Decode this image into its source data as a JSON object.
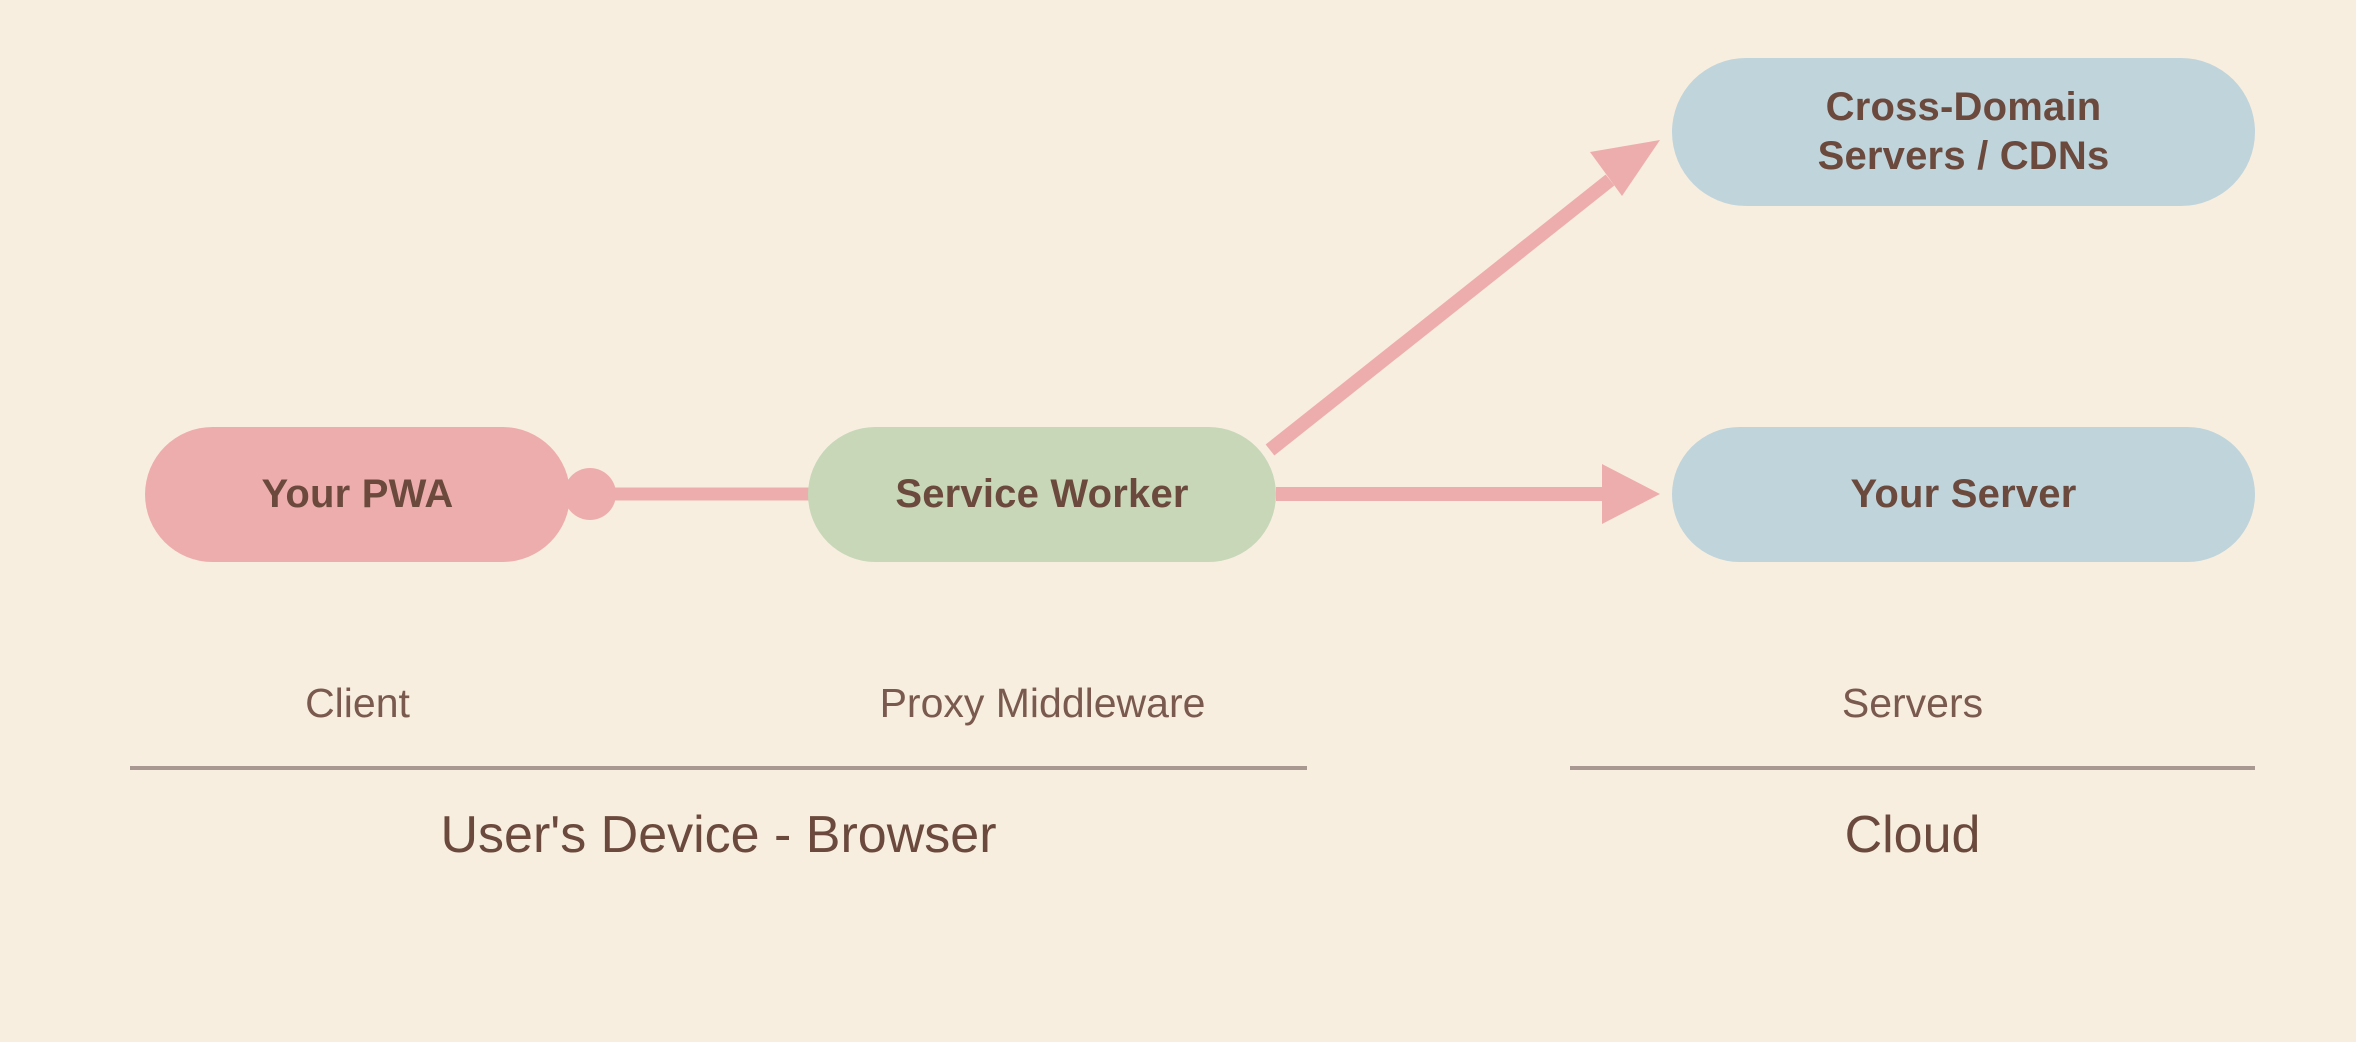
{
  "diagram": {
    "background_color": "#f7eedf",
    "text_color": "#6b4a3d",
    "nodes": [
      {
        "id": "pwa",
        "label": "Your PWA",
        "shape": "rounded-pill",
        "fill": "#eeadad"
      },
      {
        "id": "service-worker",
        "label": "Service Worker",
        "shape": "rounded-pill",
        "fill": "#c7d7b8"
      },
      {
        "id": "cross-domain",
        "label_line_1": "Cross-Domain",
        "label_line_2": "Servers / CDNs",
        "shape": "rounded-pill",
        "fill": "#c0d4db"
      },
      {
        "id": "your-server",
        "label": "Your Server",
        "shape": "rounded-pill",
        "fill": "#c0d4db"
      }
    ],
    "edges": [
      {
        "id": "pwa-to-service-worker",
        "from": "pwa",
        "to": "service-worker",
        "color": "#eeadad",
        "start_marker": "circle",
        "end_marker": "none"
      },
      {
        "id": "service-worker-to-cross-domain",
        "from": "service-worker",
        "to": "cross-domain",
        "color": "#eeadad",
        "start_marker": "none",
        "end_marker": "arrow"
      },
      {
        "id": "service-worker-to-your-server",
        "from": "service-worker",
        "to": "your-server",
        "color": "#eeadad",
        "start_marker": "none",
        "end_marker": "arrow"
      }
    ],
    "zones": [
      {
        "id": "client",
        "label": "Client",
        "group_title": "User's Device - Browser"
      },
      {
        "id": "proxy",
        "label": "Proxy Middleware",
        "group_title": "User's Device - Browser"
      },
      {
        "id": "servers",
        "label": "Servers",
        "group_title": "Cloud"
      }
    ],
    "group_titles": {
      "left": "User's Device - Browser",
      "right": "Cloud"
    },
    "divider_color": "#a89891"
  }
}
